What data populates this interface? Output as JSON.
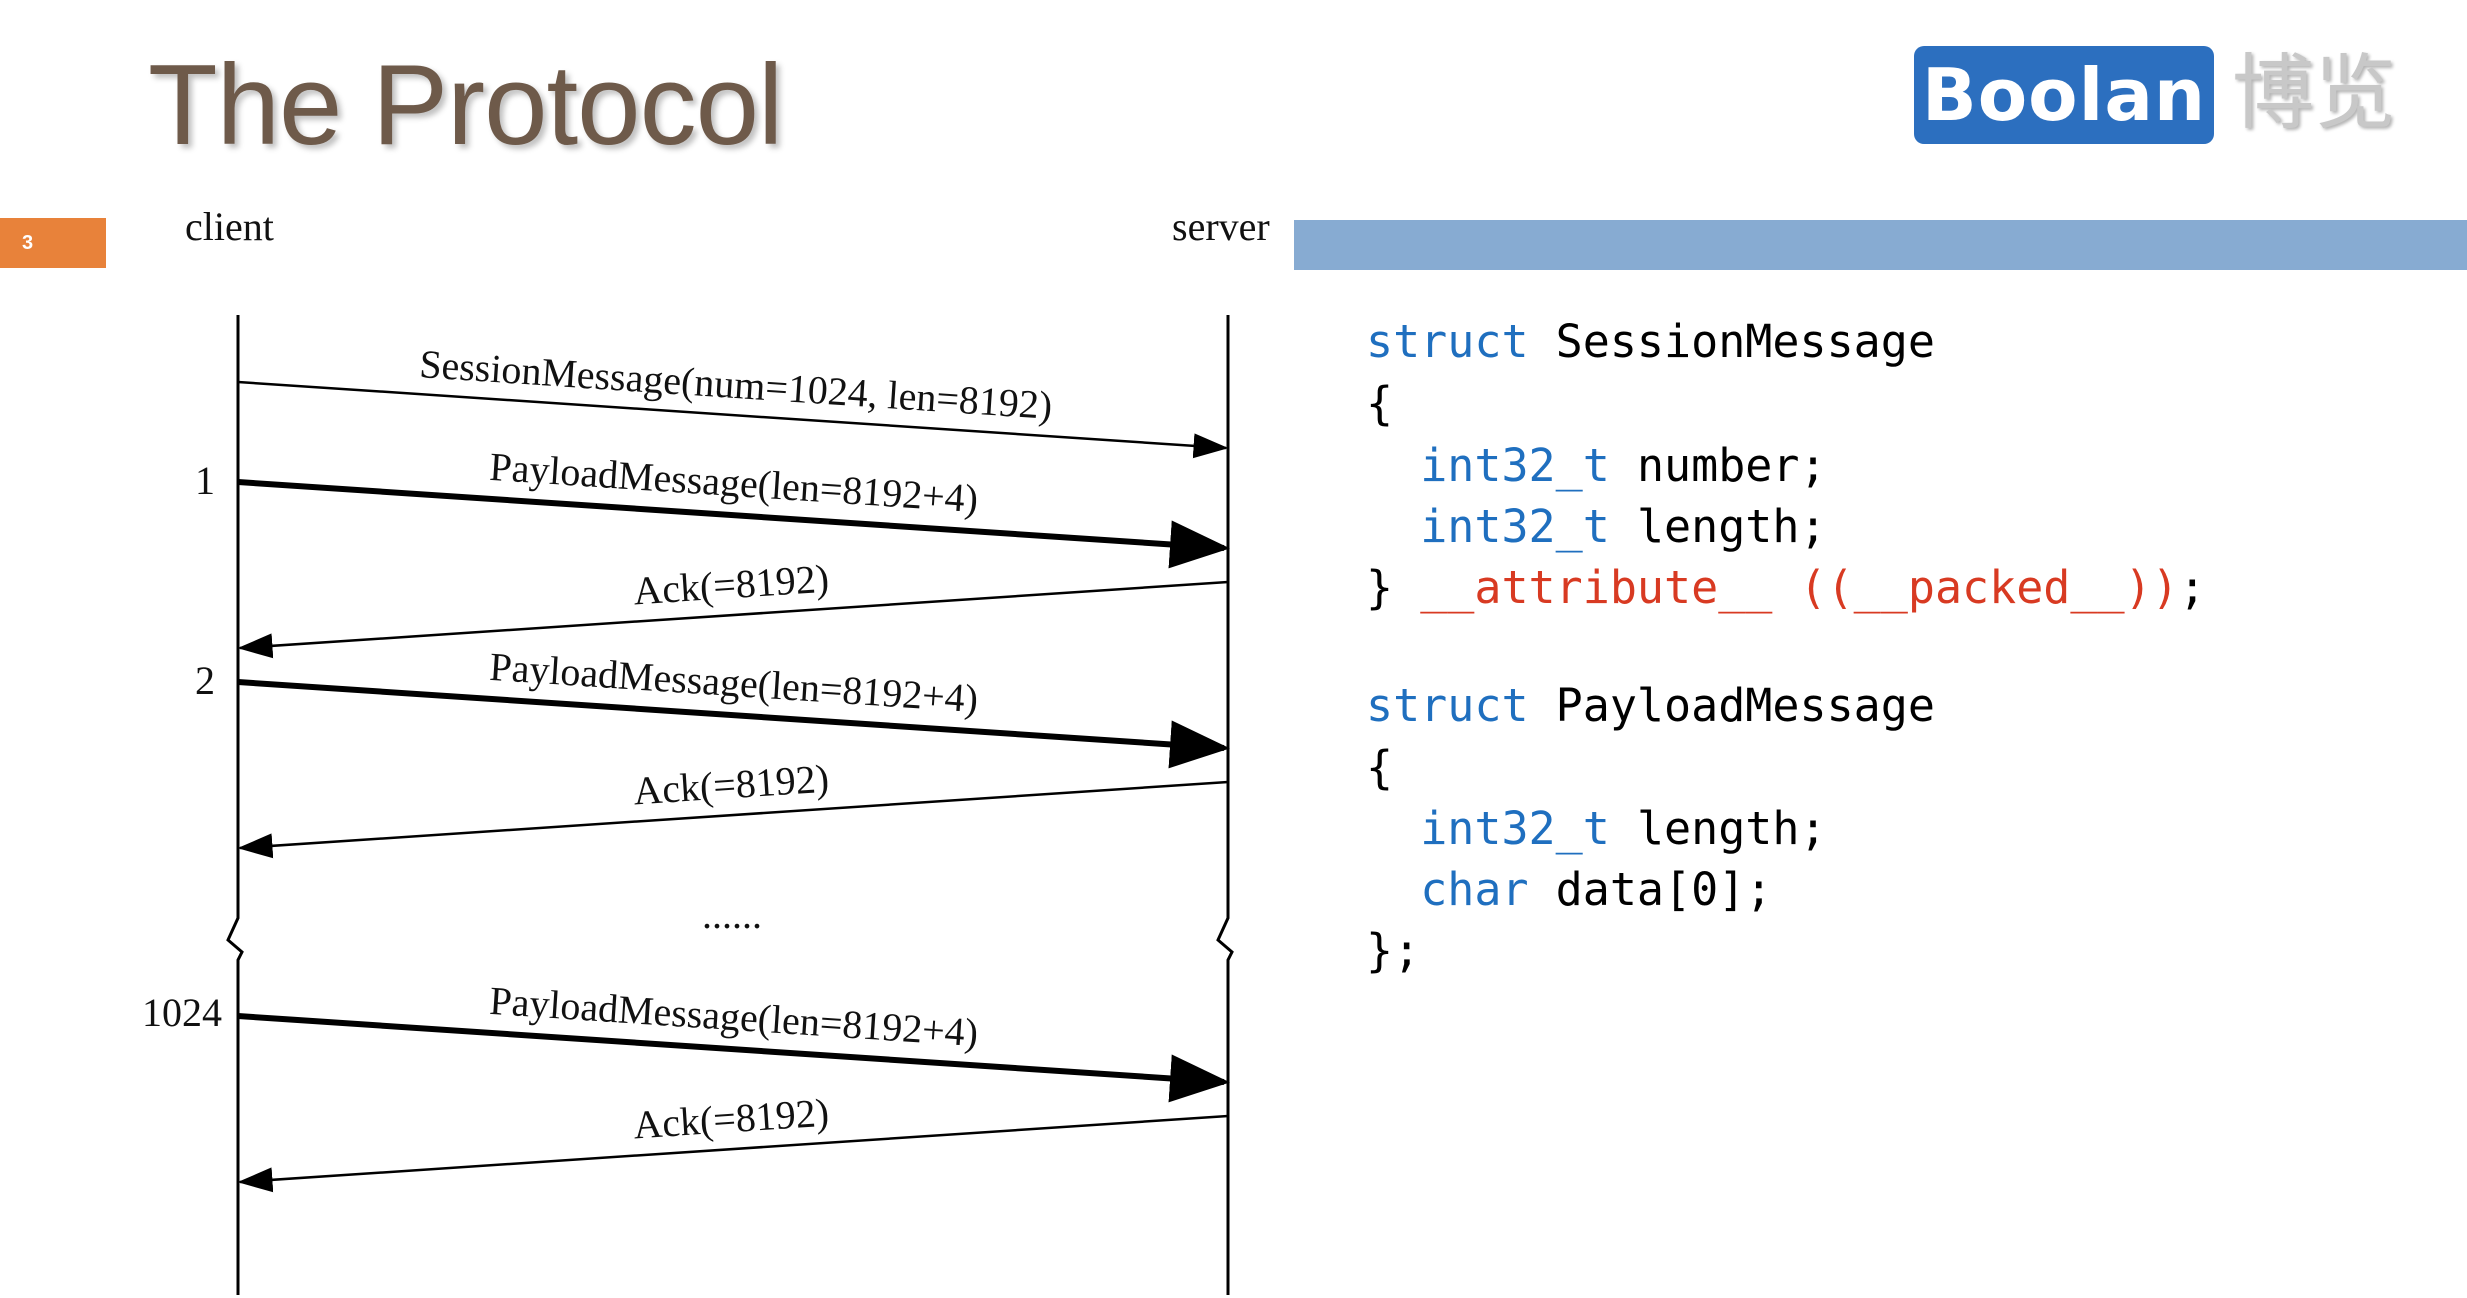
{
  "slide": {
    "title": "The Protocol",
    "number": "3",
    "logo": {
      "brand": "Boolan",
      "chinese": "博览"
    }
  },
  "diagram": {
    "client_label": "client",
    "server_label": "server",
    "messages": [
      {
        "label": "SessionMessage(num=1024, len=8192)",
        "direction": "client-to-server",
        "weight": "thin"
      },
      {
        "label": "PayloadMessage(len=8192+4)",
        "direction": "client-to-server",
        "weight": "bold",
        "index": "1"
      },
      {
        "label": "Ack(=8192)",
        "direction": "server-to-client",
        "weight": "thin"
      },
      {
        "label": "PayloadMessage(len=8192+4)",
        "direction": "client-to-server",
        "weight": "bold",
        "index": "2"
      },
      {
        "label": "Ack(=8192)",
        "direction": "server-to-client",
        "weight": "thin"
      },
      {
        "label": "PayloadMessage(len=8192+4)",
        "direction": "client-to-server",
        "weight": "bold",
        "index": "1024"
      },
      {
        "label": "Ack(=8192)",
        "direction": "server-to-client",
        "weight": "thin"
      }
    ],
    "ellipsis": "......"
  },
  "code": {
    "struct1": {
      "keyword": "struct",
      "name": "SessionMessage",
      "open": "{",
      "fields": [
        {
          "type": "int32_t",
          "name": "number;"
        },
        {
          "type": "int32_t",
          "name": "length;"
        }
      ],
      "close": "}",
      "attribute": "__attribute__ ((__packed__))",
      "end": ";"
    },
    "struct2": {
      "keyword": "struct",
      "name": "PayloadMessage",
      "open": "{",
      "fields": [
        {
          "type": "int32_t",
          "name": "length;"
        },
        {
          "type": "char",
          "name": "data[0];"
        }
      ],
      "close": "};"
    }
  },
  "colors": {
    "title": "#6e5a4a",
    "logo_blue": "#2c6fbf",
    "accent_orange": "#e8823a",
    "bar_blue": "#87abd2",
    "keyword_blue": "#1f6fbf",
    "attribute_red": "#d83a22"
  }
}
